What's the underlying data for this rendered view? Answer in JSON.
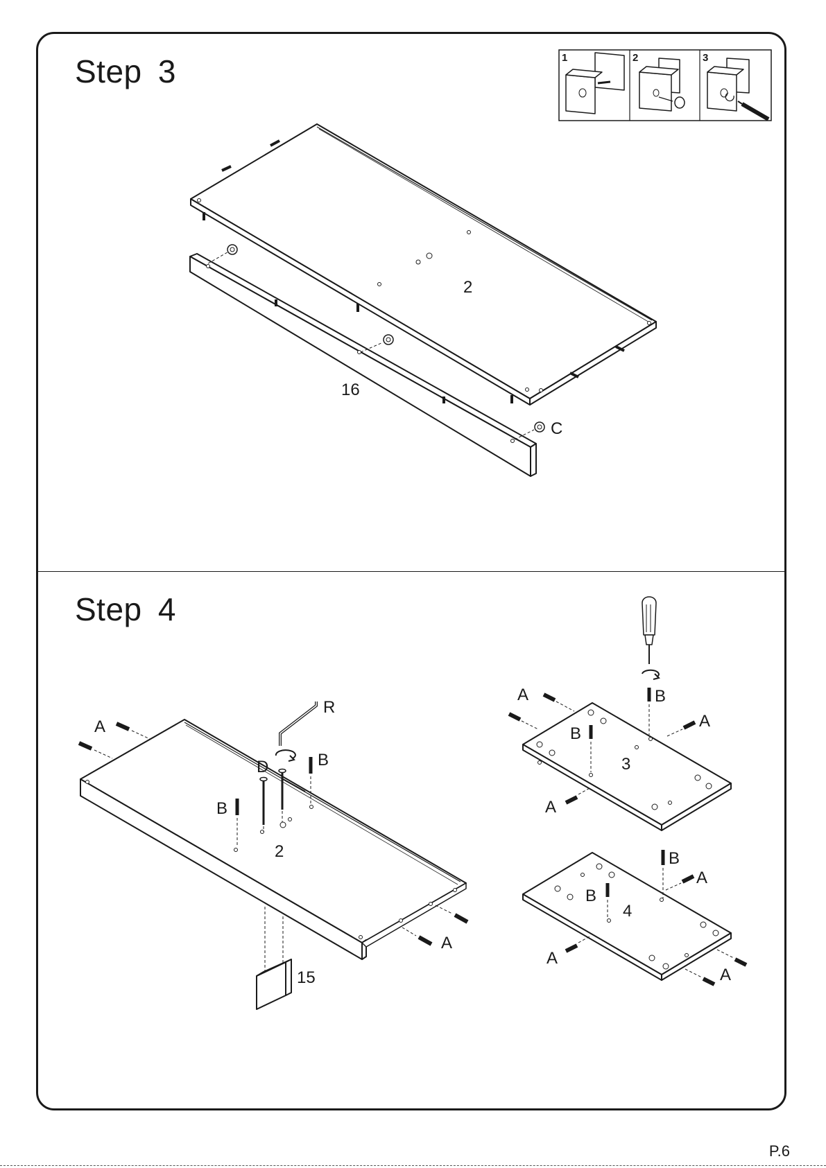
{
  "step3": {
    "title": "Step  3",
    "labels": {
      "top_panel": "2",
      "rail": "16",
      "cam_lock": "C"
    },
    "inset": {
      "steps": [
        "1",
        "2",
        "3"
      ]
    }
  },
  "step4": {
    "title": "Step  4",
    "labels": {
      "panel_2": "2",
      "panel_3": "3",
      "panel_4": "4",
      "foot": "15",
      "wrench": "R",
      "screw": "D",
      "dowel": "A",
      "cam_bolt": "B"
    }
  },
  "footer": {
    "page_number": "P.6"
  }
}
